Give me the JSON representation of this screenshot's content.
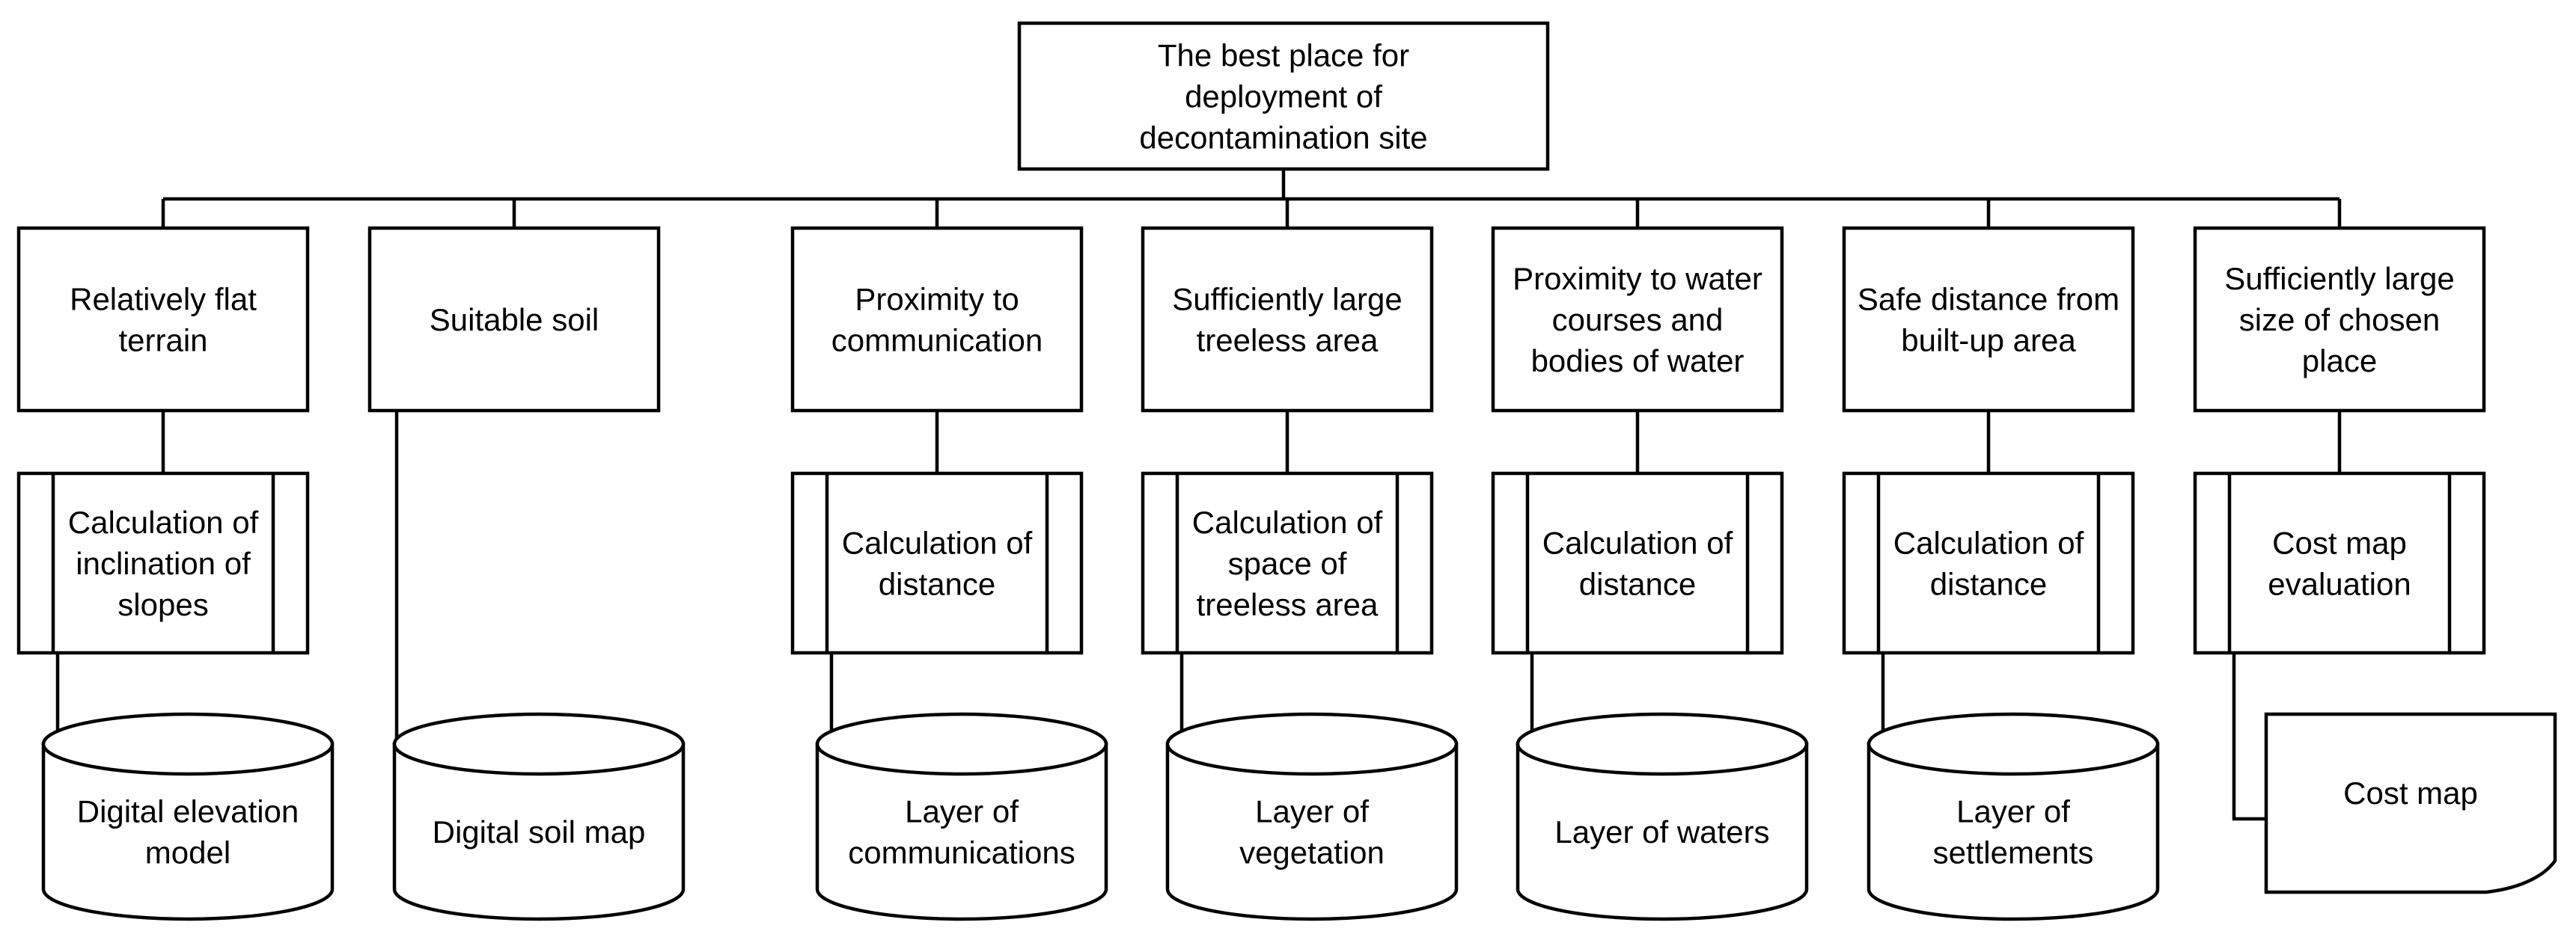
{
  "root": {
    "label": [
      "The best place for",
      "deployment of",
      "decontamination site"
    ]
  },
  "columns": [
    {
      "criterion": [
        "Relatively flat",
        "terrain"
      ],
      "process": [
        "Calculation of",
        "inclination of",
        "slopes"
      ],
      "source": {
        "kind": "database",
        "label": [
          "Digital elevation",
          "model"
        ]
      }
    },
    {
      "criterion": [
        "Suitable soil"
      ],
      "process": null,
      "source": {
        "kind": "database",
        "label": [
          "Digital soil map"
        ]
      }
    },
    {
      "criterion": [
        "Proximity to",
        "communication"
      ],
      "process": [
        "Calculation of",
        "distance"
      ],
      "source": {
        "kind": "database",
        "label": [
          "Layer of",
          "communications"
        ]
      }
    },
    {
      "criterion": [
        "Sufficiently large",
        "treeless area"
      ],
      "process": [
        "Calculation of",
        "space of",
        "treeless area"
      ],
      "source": {
        "kind": "database",
        "label": [
          "Layer of",
          "vegetation"
        ]
      }
    },
    {
      "criterion": [
        "Proximity to water",
        "courses and",
        "bodies of water"
      ],
      "process": [
        "Calculation of",
        "distance"
      ],
      "source": {
        "kind": "database",
        "label": [
          "Layer of waters"
        ]
      }
    },
    {
      "criterion": [
        "Safe distance from",
        "built-up area"
      ],
      "process": [
        "Calculation of",
        "distance"
      ],
      "source": {
        "kind": "database",
        "label": [
          "Layer of",
          "settlements"
        ]
      }
    },
    {
      "criterion": [
        "Sufficiently large",
        "size  of chosen",
        "place"
      ],
      "process": [
        "Cost map",
        "evaluation"
      ],
      "source": {
        "kind": "document",
        "label": [
          "Cost map"
        ]
      }
    }
  ]
}
